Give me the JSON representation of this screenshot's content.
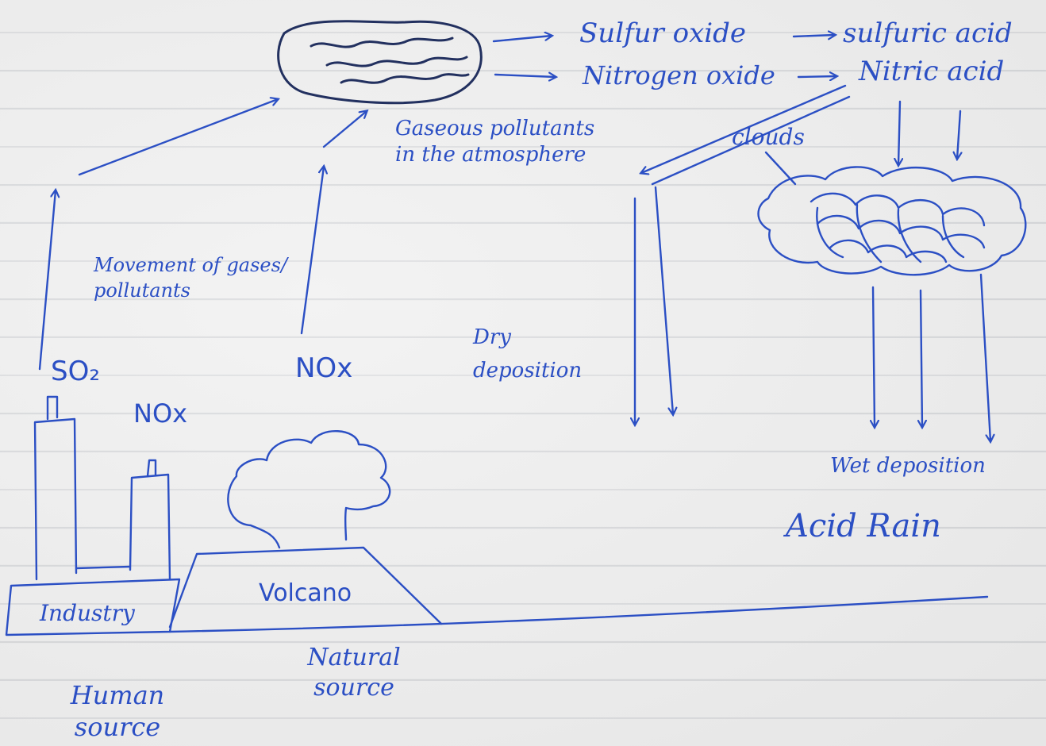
{
  "diagram": {
    "sources": {
      "industry": "Industry",
      "volcano": "Volcano",
      "human_source": "Human source",
      "natural_source": "Natural source"
    },
    "gases": {
      "so2_main": "SO₂",
      "nox_chimney": "NOx",
      "nox_volcano": "NOx"
    },
    "movement_label": "Movement of gases/ pollutants",
    "atmosphere_label": "Gaseous pollutants in the atmosphere",
    "reactions": {
      "sulfur": "Sulfur oxide",
      "sulfuric": "sulfuric acid",
      "nitrogen": "Nitrogen oxide",
      "nitric": "Nitric acid"
    },
    "clouds_label": "clouds",
    "dry_deposition": "Dry deposition",
    "wet_deposition": "Wet deposition",
    "acid_rain": "Acid Rain",
    "colors": {
      "ink": "#2b4fc4",
      "dark_ink": "#22305f",
      "paper": "#efefef"
    }
  }
}
